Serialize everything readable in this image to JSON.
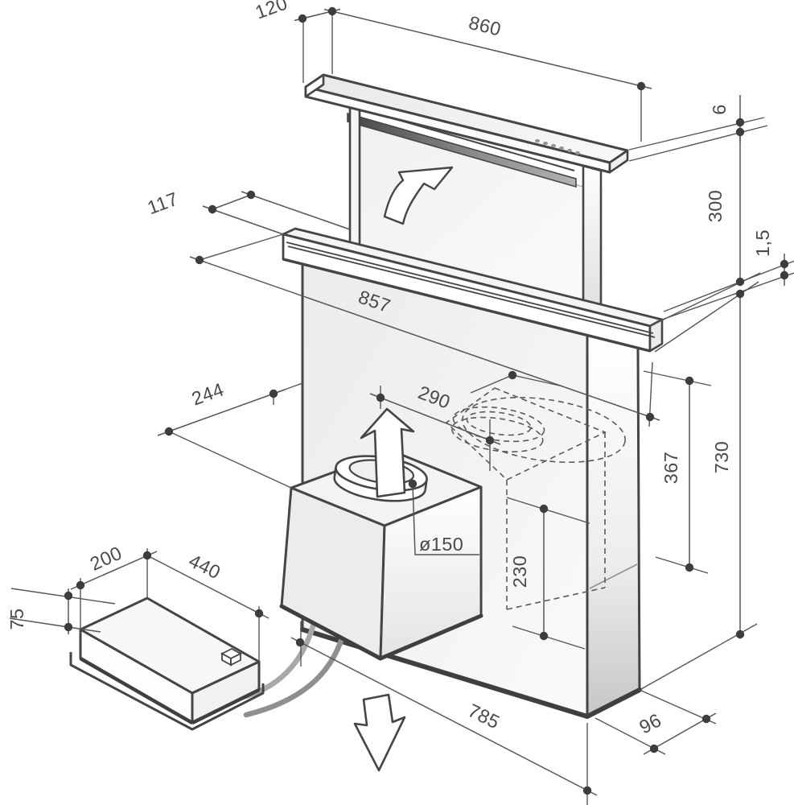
{
  "drawing": {
    "dimensions": {
      "top_carriage_depth": "120",
      "top_carriage_width": "860",
      "top_carriage_thickness": "6",
      "panel_height": "300",
      "trim_gap": "1,5",
      "front_offset": "117",
      "worktop_trim_width": "857",
      "duct_offset_depth": "244",
      "duct_position_distance": "290",
      "outlet_height": "367",
      "body_height": "730",
      "duct_diameter": "ø150",
      "alt_box_height": "230",
      "motor_box_depth": "200",
      "motor_box_width": "440",
      "motor_box_height": "75",
      "body_width": "785",
      "body_depth": "96"
    }
  }
}
